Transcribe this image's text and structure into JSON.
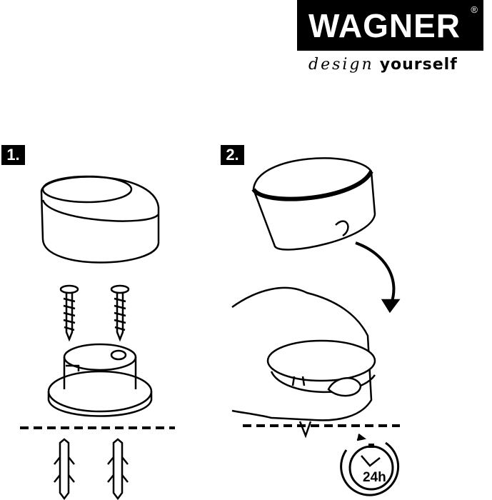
{
  "logo": {
    "brand": "WAGNER",
    "registered": "®"
  },
  "tagline": {
    "part1": "design",
    "part2": "yourself"
  },
  "steps": [
    {
      "label": "1."
    },
    {
      "label": "2."
    }
  ],
  "clock": {
    "label": "24h"
  }
}
